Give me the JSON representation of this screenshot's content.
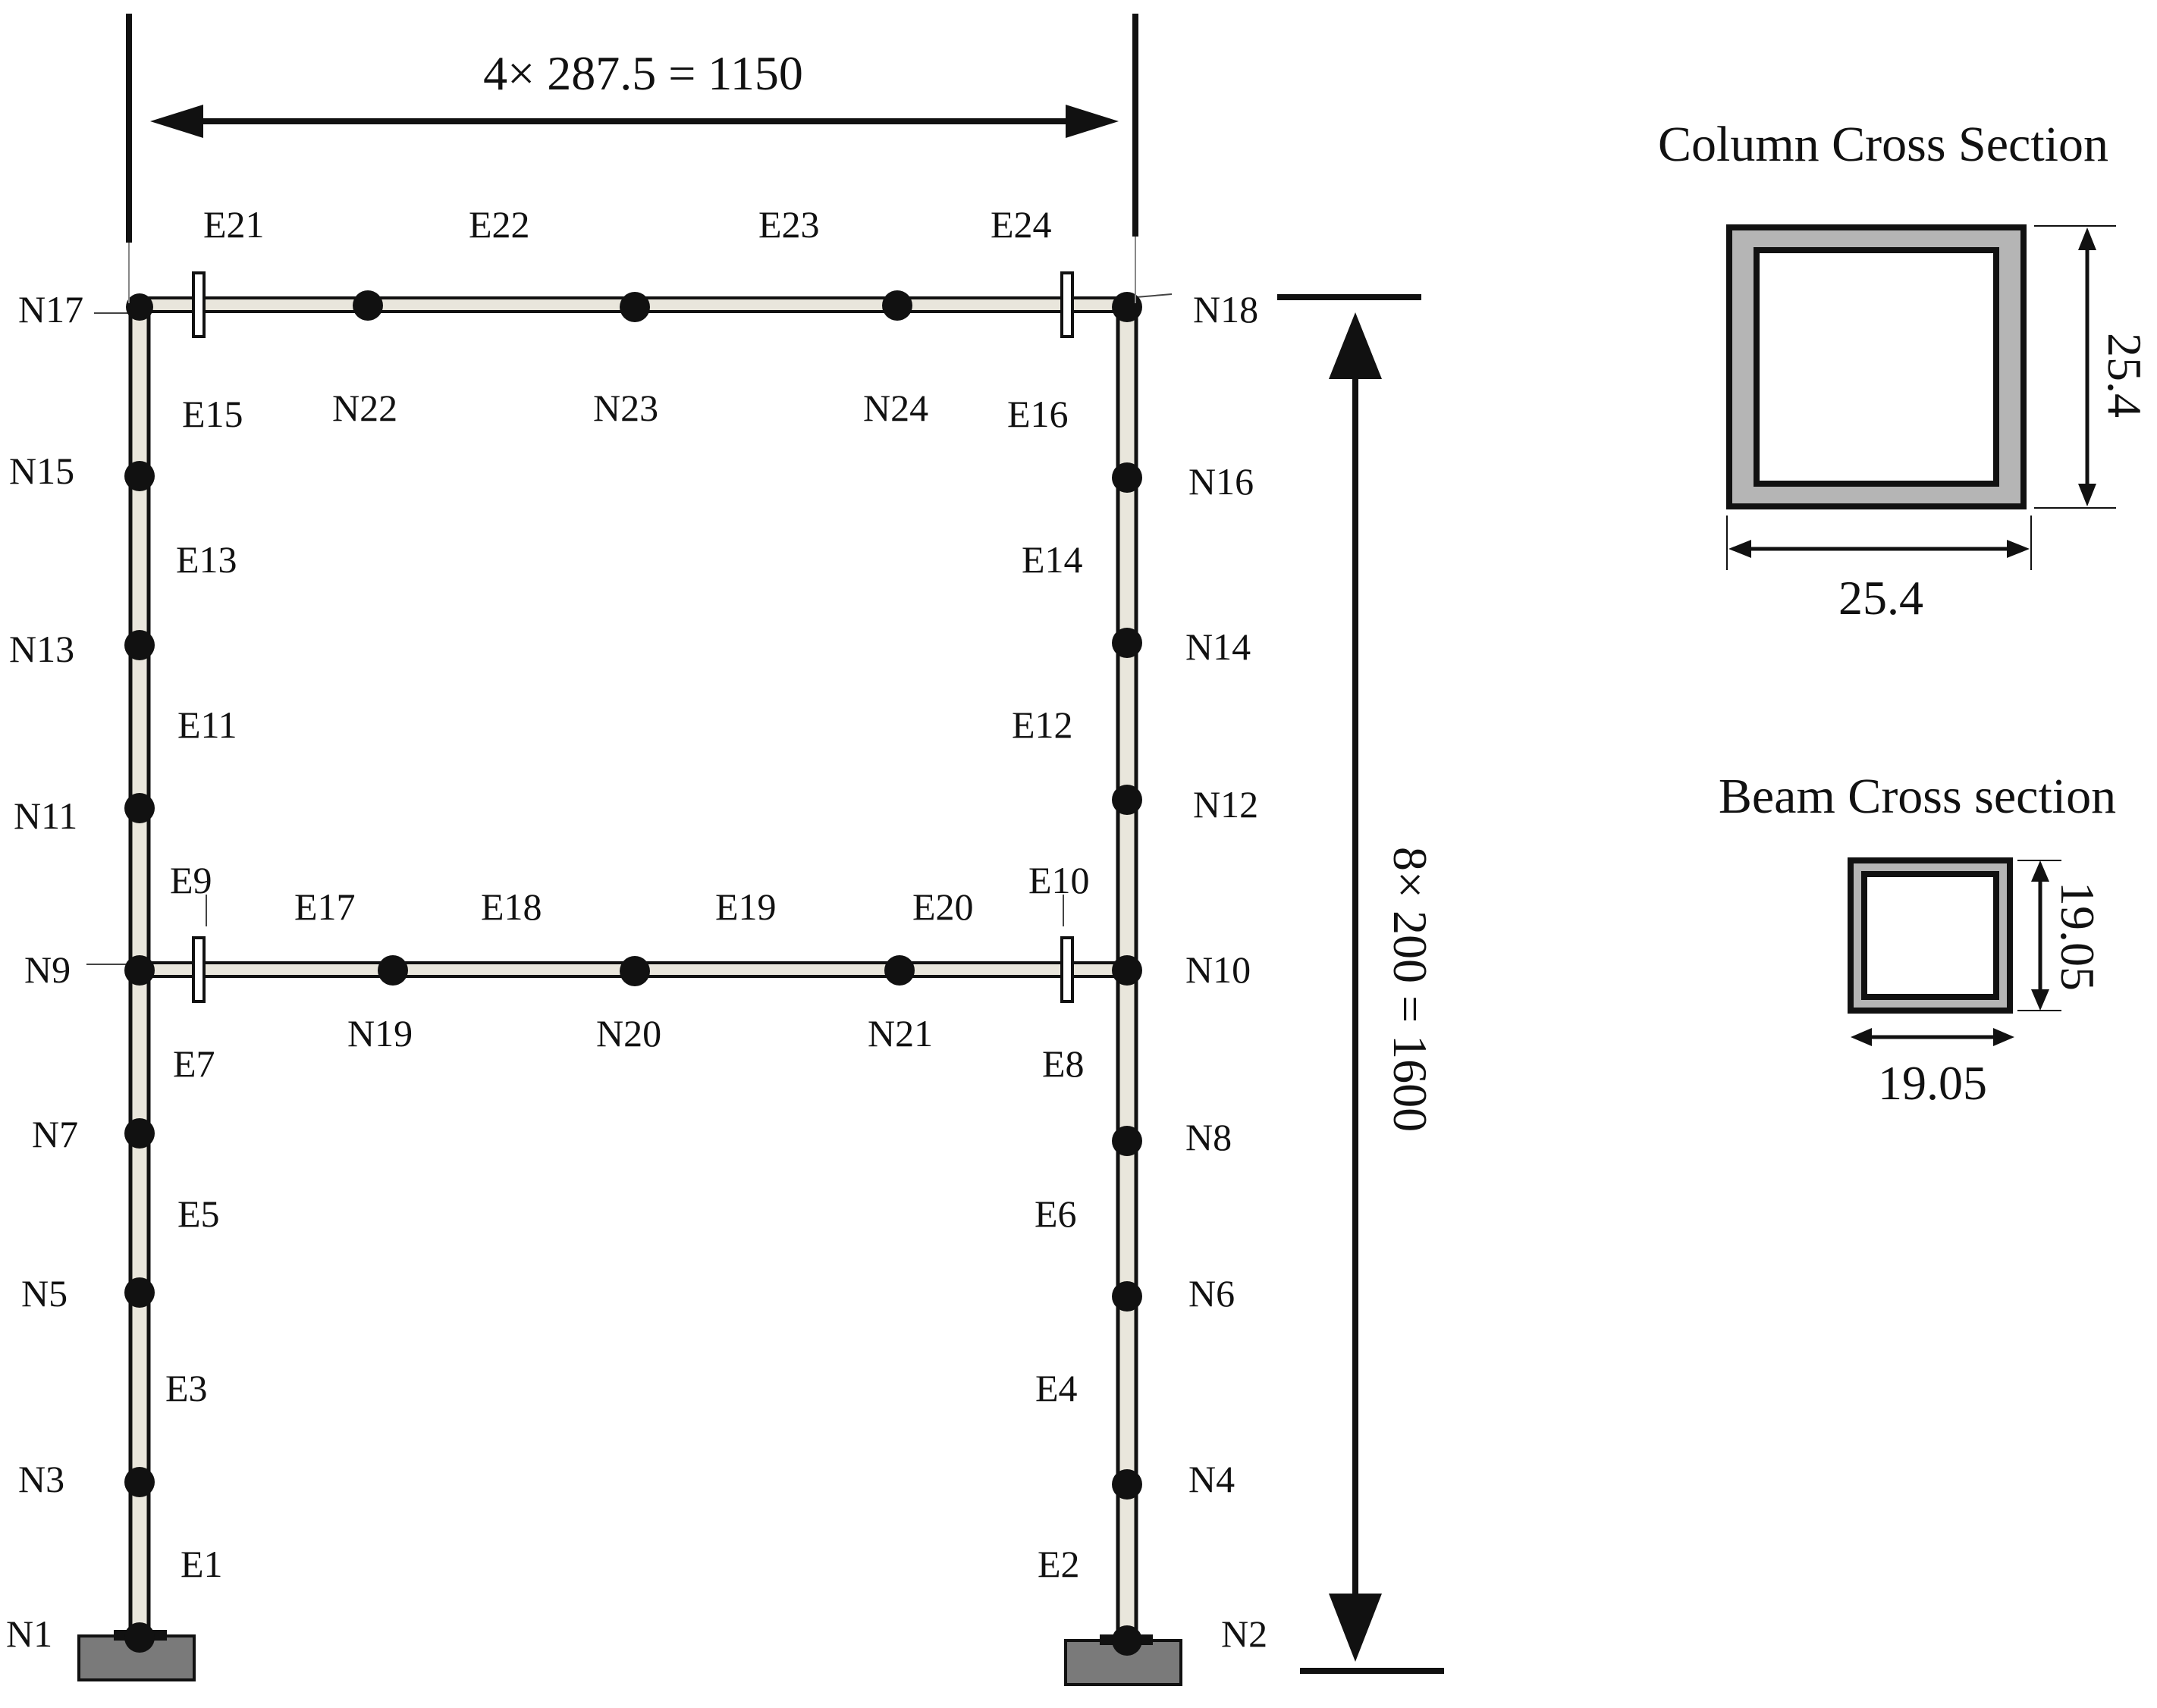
{
  "colors": {
    "member_fill": "#e9e6dc",
    "outline": "#111111",
    "node": "#111111",
    "support": "#7a7a7a",
    "section_wall": "#b5b5b5"
  },
  "frame": {
    "span_dimension": "4× 287.5 = 1150",
    "height_dimension": "8× 200 = 1600",
    "nodes": {
      "N1": "N1",
      "N2": "N2",
      "N3": "N3",
      "N4": "N4",
      "N5": "N5",
      "N6": "N6",
      "N7": "N7",
      "N8": "N8",
      "N9": "N9",
      "N10": "N10",
      "N11": "N11",
      "N12": "N12",
      "N13": "N13",
      "N14": "N14",
      "N15": "N15",
      "N16": "N16",
      "N17": "N17",
      "N18": "N18",
      "N19": "N19",
      "N20": "N20",
      "N21": "N21",
      "N22": "N22",
      "N23": "N23",
      "N24": "N24"
    },
    "elements": {
      "E1": "E1",
      "E2": "E2",
      "E3": "E3",
      "E4": "E4",
      "E5": "E5",
      "E6": "E6",
      "E7": "E7",
      "E8": "E8",
      "E9": "E9",
      "E10": "E10",
      "E11": "E11",
      "E12": "E12",
      "E13": "E13",
      "E14": "E14",
      "E15": "E15",
      "E16": "E16",
      "E17": "E17",
      "E18": "E18",
      "E19": "E19",
      "E20": "E20",
      "E21": "E21",
      "E22": "E22",
      "E23": "E23",
      "E24": "E24"
    }
  },
  "column_section": {
    "title": "Column Cross Section",
    "width": "25.4",
    "height": "25.4"
  },
  "beam_section": {
    "title": "Beam Cross section",
    "width": "19.05",
    "height": "19.05"
  }
}
